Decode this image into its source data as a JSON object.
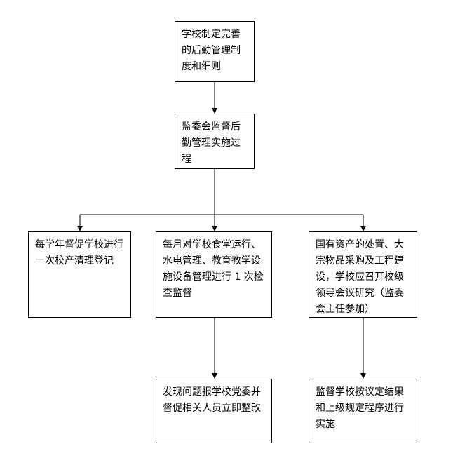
{
  "nodes": {
    "policy": "学校制定完善的后勤管理制度和细则",
    "oversee": "监委会监督后勤管理实施过程",
    "annual": "每学年督促学校进行一次校产清理登记",
    "monthly": "每月对学校食堂运行、水电管理、教育教学设施设备管理进行 1 次检查监督",
    "assets": "国有资产的处置、大宗物品采购及工程建设，学校应召开校级领导会议研究（监委会主任参加）",
    "report": "发现问题报学校党委并督促相关人员立即整改",
    "follow": "监督学校按议定结果和上级规定程序进行实施"
  },
  "colors": {
    "line": "#000000",
    "box_border": "#000000",
    "background": "#ffffff"
  }
}
